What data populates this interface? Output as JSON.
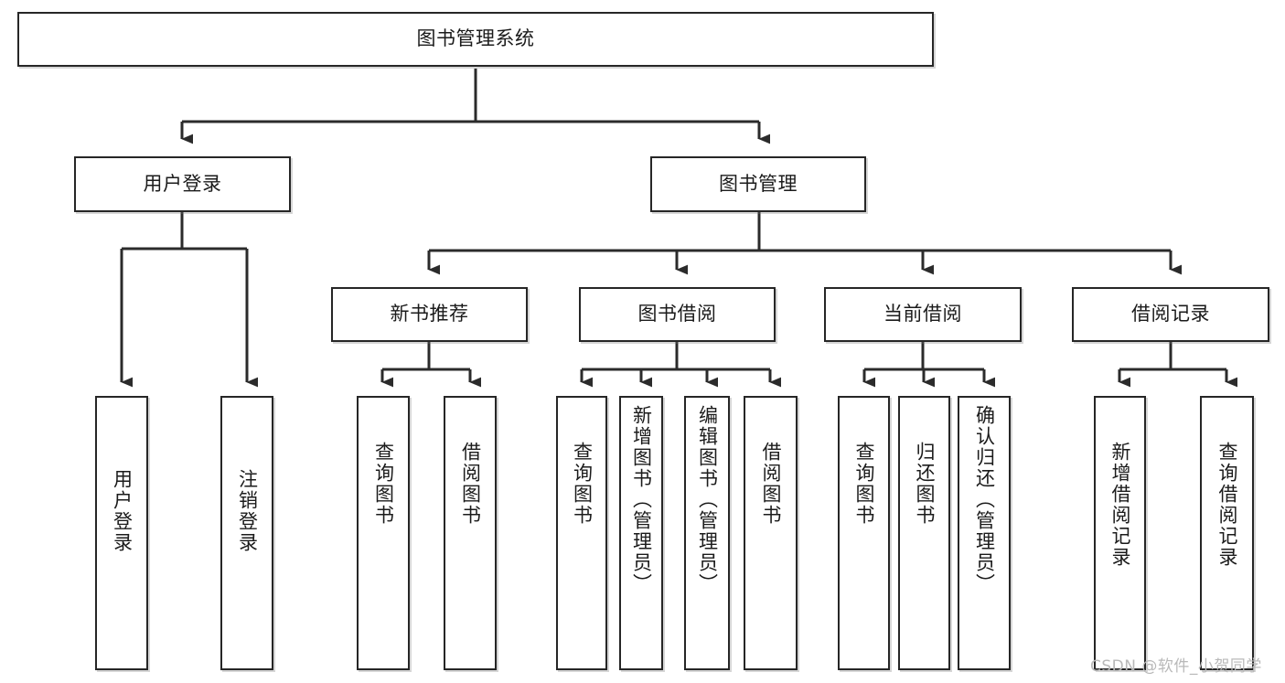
{
  "diagram": {
    "title": "图书管理系统",
    "type": "tree-hierarchy-chart",
    "watermark": "CSDN @软件_小贺同学",
    "colors": {
      "box_border": "#262626",
      "box_fill": "#ffffff",
      "connector": "#262626",
      "text": "#1b1b1b",
      "watermark": "#b9b9b9"
    },
    "nodes": {
      "root": {
        "label": "图书管理系统"
      },
      "level2": [
        {
          "id": "user-login",
          "label": "用户登录"
        },
        {
          "id": "book-management",
          "label": "图书管理"
        }
      ],
      "level3": [
        {
          "id": "new-book-recommend",
          "label": "新书推荐"
        },
        {
          "id": "book-borrow",
          "label": "图书借阅"
        },
        {
          "id": "current-borrow",
          "label": "当前借阅"
        },
        {
          "id": "borrow-record",
          "label": "借阅记录"
        }
      ],
      "leaves": {
        "user_login": [
          {
            "id": "leaf-user-login",
            "label": "用户登录"
          },
          {
            "id": "leaf-logout-login",
            "label": "注销登录"
          }
        ],
        "new_book_recommend": [
          {
            "id": "leaf-query-book-1",
            "label": "查询图书"
          },
          {
            "id": "leaf-borrow-book-1",
            "label": "借阅图书"
          }
        ],
        "book_borrow": [
          {
            "id": "leaf-query-book-2",
            "label": "查询图书"
          },
          {
            "id": "leaf-add-book",
            "label": "新增图书（管理员）"
          },
          {
            "id": "leaf-edit-book",
            "label": "编辑图书（管理员）"
          },
          {
            "id": "leaf-borrow-book-2",
            "label": "借阅图书"
          }
        ],
        "current_borrow": [
          {
            "id": "leaf-query-book-3",
            "label": "查询图书"
          },
          {
            "id": "leaf-return-book",
            "label": "归还图书"
          },
          {
            "id": "leaf-confirm-return",
            "label": "确认归还（管理员）"
          }
        ],
        "borrow_record": [
          {
            "id": "leaf-add-borrow-record",
            "label": "新增借阅记录"
          },
          {
            "id": "leaf-query-borrow-record",
            "label": "查询借阅记录"
          }
        ]
      }
    }
  }
}
